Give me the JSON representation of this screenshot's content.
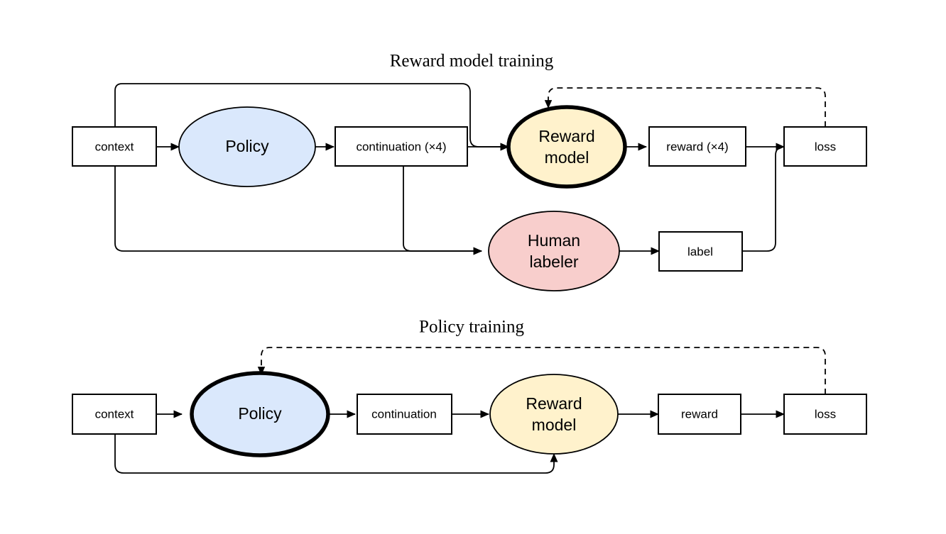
{
  "figure": {
    "background_color": "#ffffff",
    "sections": [
      {
        "id": "reward-model-training",
        "title": "Reward model training",
        "nodes": [
          {
            "id": "rm-context",
            "label": "context",
            "shape": "box",
            "fill": "#ffffff",
            "highlight": false
          },
          {
            "id": "rm-policy",
            "label": "Policy",
            "shape": "ellipse",
            "fill": "#dae8fc",
            "highlight": false
          },
          {
            "id": "rm-continuation",
            "label": "continuation (×4)",
            "shape": "box",
            "fill": "#ffffff",
            "highlight": false
          },
          {
            "id": "rm-reward-model",
            "label": "Reward model",
            "shape": "ellipse",
            "fill": "#fff2cc",
            "highlight": true
          },
          {
            "id": "rm-reward",
            "label": "reward (×4)",
            "shape": "box",
            "fill": "#ffffff",
            "highlight": false
          },
          {
            "id": "rm-loss",
            "label": "loss",
            "shape": "box",
            "fill": "#ffffff",
            "highlight": false
          },
          {
            "id": "rm-human-labeler",
            "label": "Human labeler",
            "shape": "ellipse",
            "fill": "#f8cecc",
            "highlight": false
          },
          {
            "id": "rm-label",
            "label": "label",
            "shape": "box",
            "fill": "#ffffff",
            "highlight": false
          }
        ],
        "edges": [
          {
            "from": "rm-context",
            "to": "rm-policy",
            "style": "solid"
          },
          {
            "from": "rm-policy",
            "to": "rm-continuation",
            "style": "solid"
          },
          {
            "from": "rm-context",
            "to": "rm-reward-model",
            "style": "solid"
          },
          {
            "from": "rm-continuation",
            "to": "rm-reward-model",
            "style": "solid"
          },
          {
            "from": "rm-reward-model",
            "to": "rm-reward",
            "style": "solid"
          },
          {
            "from": "rm-reward",
            "to": "rm-loss",
            "style": "solid"
          },
          {
            "from": "rm-context",
            "to": "rm-human-labeler",
            "style": "solid"
          },
          {
            "from": "rm-continuation",
            "to": "rm-human-labeler",
            "style": "solid"
          },
          {
            "from": "rm-human-labeler",
            "to": "rm-label",
            "style": "solid"
          },
          {
            "from": "rm-label",
            "to": "rm-loss",
            "style": "solid"
          },
          {
            "from": "rm-loss",
            "to": "rm-reward-model",
            "style": "dashed"
          }
        ]
      },
      {
        "id": "policy-training",
        "title": "Policy training",
        "nodes": [
          {
            "id": "pt-context",
            "label": "context",
            "shape": "box",
            "fill": "#ffffff",
            "highlight": false
          },
          {
            "id": "pt-policy",
            "label": "Policy",
            "shape": "ellipse",
            "fill": "#dae8fc",
            "highlight": true
          },
          {
            "id": "pt-continuation",
            "label": "continuation",
            "shape": "box",
            "fill": "#ffffff",
            "highlight": false
          },
          {
            "id": "pt-reward-model",
            "label": "Reward model",
            "shape": "ellipse",
            "fill": "#fff2cc",
            "highlight": false
          },
          {
            "id": "pt-reward",
            "label": "reward",
            "shape": "box",
            "fill": "#ffffff",
            "highlight": false
          },
          {
            "id": "pt-loss",
            "label": "loss",
            "shape": "box",
            "fill": "#ffffff",
            "highlight": false
          }
        ],
        "edges": [
          {
            "from": "pt-context",
            "to": "pt-policy",
            "style": "solid"
          },
          {
            "from": "pt-policy",
            "to": "pt-continuation",
            "style": "solid"
          },
          {
            "from": "pt-continuation",
            "to": "pt-reward-model",
            "style": "solid"
          },
          {
            "from": "pt-reward-model",
            "to": "pt-reward",
            "style": "solid"
          },
          {
            "from": "pt-reward",
            "to": "pt-loss",
            "style": "solid"
          },
          {
            "from": "pt-context",
            "to": "pt-reward-model",
            "style": "solid"
          },
          {
            "from": "pt-loss",
            "to": "pt-policy",
            "style": "dashed"
          }
        ]
      }
    ]
  },
  "labels": {
    "title_reward": "Reward model training",
    "title_policy": "Policy training",
    "context": "context",
    "policy": "Policy",
    "continuation_x4": "continuation (×4)",
    "continuation": "continuation",
    "reward_model_line1": "Reward",
    "reward_model_line2": "model",
    "reward_x4": "reward (×4)",
    "reward": "reward",
    "loss": "loss",
    "human_labeler_line1": "Human",
    "human_labeler_line2": "labeler",
    "label": "label"
  },
  "colors": {
    "policy_fill": "#dae8fc",
    "reward_model_fill": "#fff2cc",
    "human_labeler_fill": "#f8cecc",
    "box_fill": "#ffffff",
    "stroke": "#000000"
  }
}
